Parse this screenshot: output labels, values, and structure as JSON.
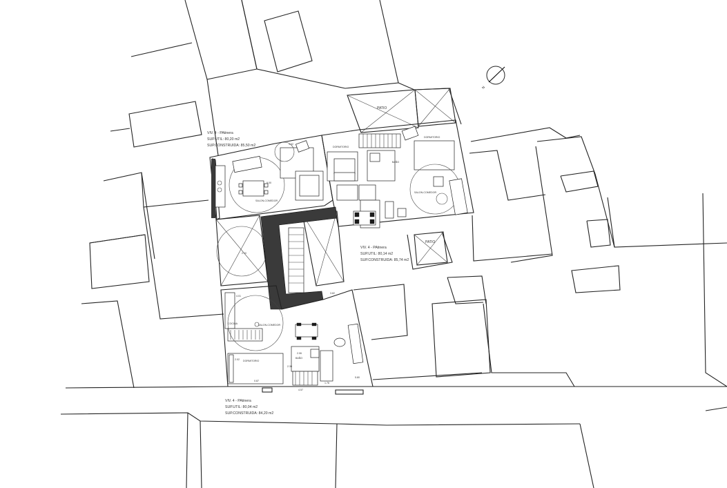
{
  "units": [
    {
      "name": "VIV. 4 - PAtinera",
      "util": "SUP.UTIL: 80,20 m2",
      "built": "SUP.CONSTRUIDA: 85,50 m2"
    },
    {
      "name": "VIV. 4 - PAtinera",
      "util": "SUP.UTIL: 80,14 m2",
      "built": "SUP.CONSTRUIDA: 85,74 m2"
    },
    {
      "name": "VIV. 4 - PAtinera",
      "util": "SUP.UTIL: 80,04 m2",
      "built": "SUP.CONSTRUIDA: 84,20 m2"
    }
  ],
  "labels": {
    "patio_1": "PATIO",
    "patio_2": "PATIO",
    "north": "N",
    "dim_a": "9.00",
    "dim_b": "3.02",
    "dim_c": "2.10",
    "dim_d": "4.01",
    "dim_e": "3.82",
    "dim_f": "2.02",
    "dim_g": "4.57",
    "dim_h": "0.87",
    "dim_i": "2.06",
    "dim_j": "2.30",
    "dim_k": "5.80",
    "dim_l": "1.76",
    "room_dorm_1": "DORMITORIO",
    "room_dorm_2": "DORMITORIO",
    "room_dorm_3": "DORMITORIO",
    "room_bano_1": "BAÑO",
    "room_bano_2": "BAÑO",
    "room_salon_1": "SALON-COMEDOR",
    "room_salon_2": "SALON-COMEDOR",
    "room_salon_3": "SALON-COMEDOR",
    "room_cocina": "COCINA"
  }
}
